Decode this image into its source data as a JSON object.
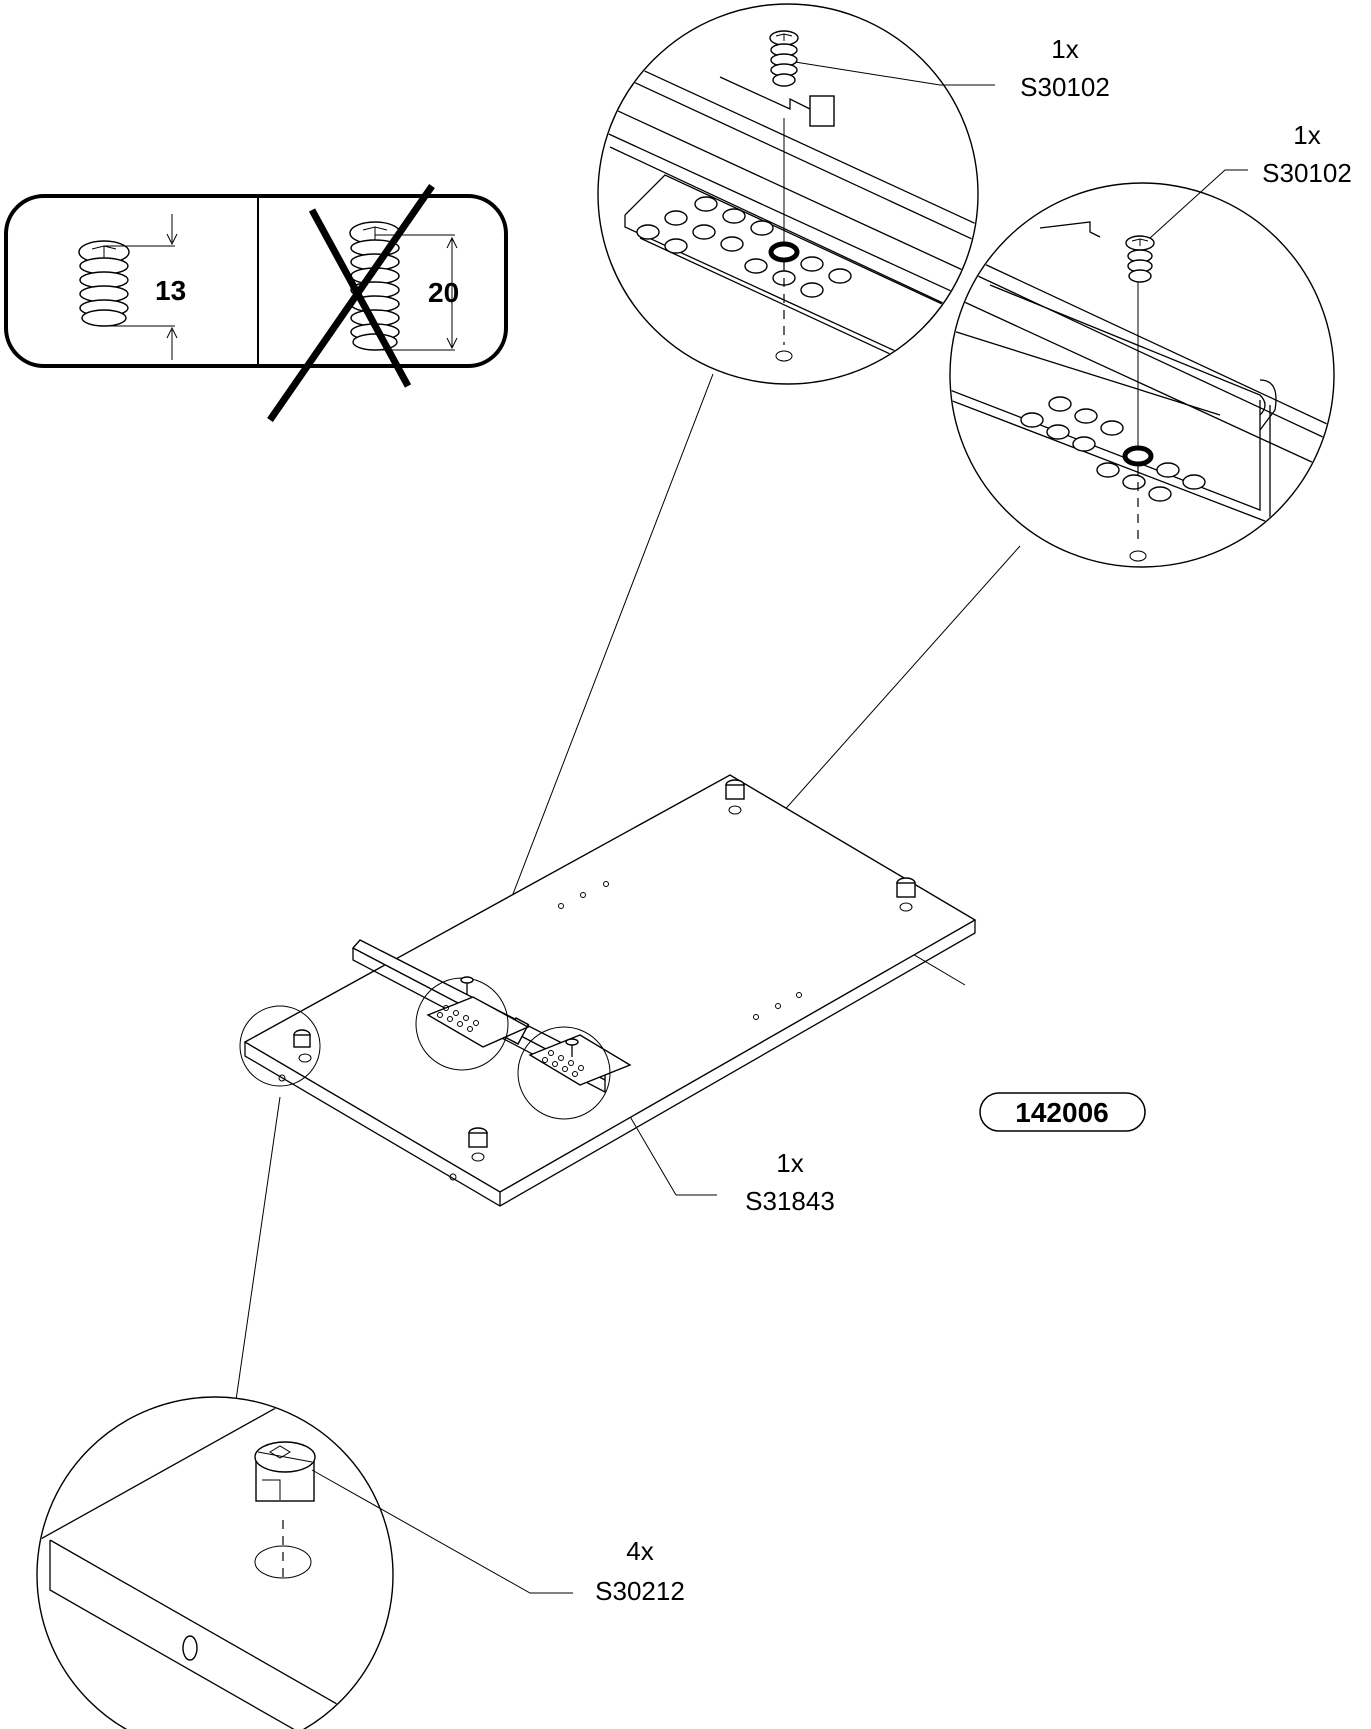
{
  "screw_comparison": {
    "valid_length": "13",
    "invalid_length": "20"
  },
  "callouts": {
    "top_left_zoom": {
      "qty": "1x",
      "part": "S30102"
    },
    "top_right_zoom": {
      "qty": "1x",
      "part": "S30102"
    },
    "rail": {
      "qty": "1x",
      "part": "S31843"
    },
    "cam_lock": {
      "qty": "4x",
      "part": "S30212"
    }
  },
  "panel_part": "142006"
}
